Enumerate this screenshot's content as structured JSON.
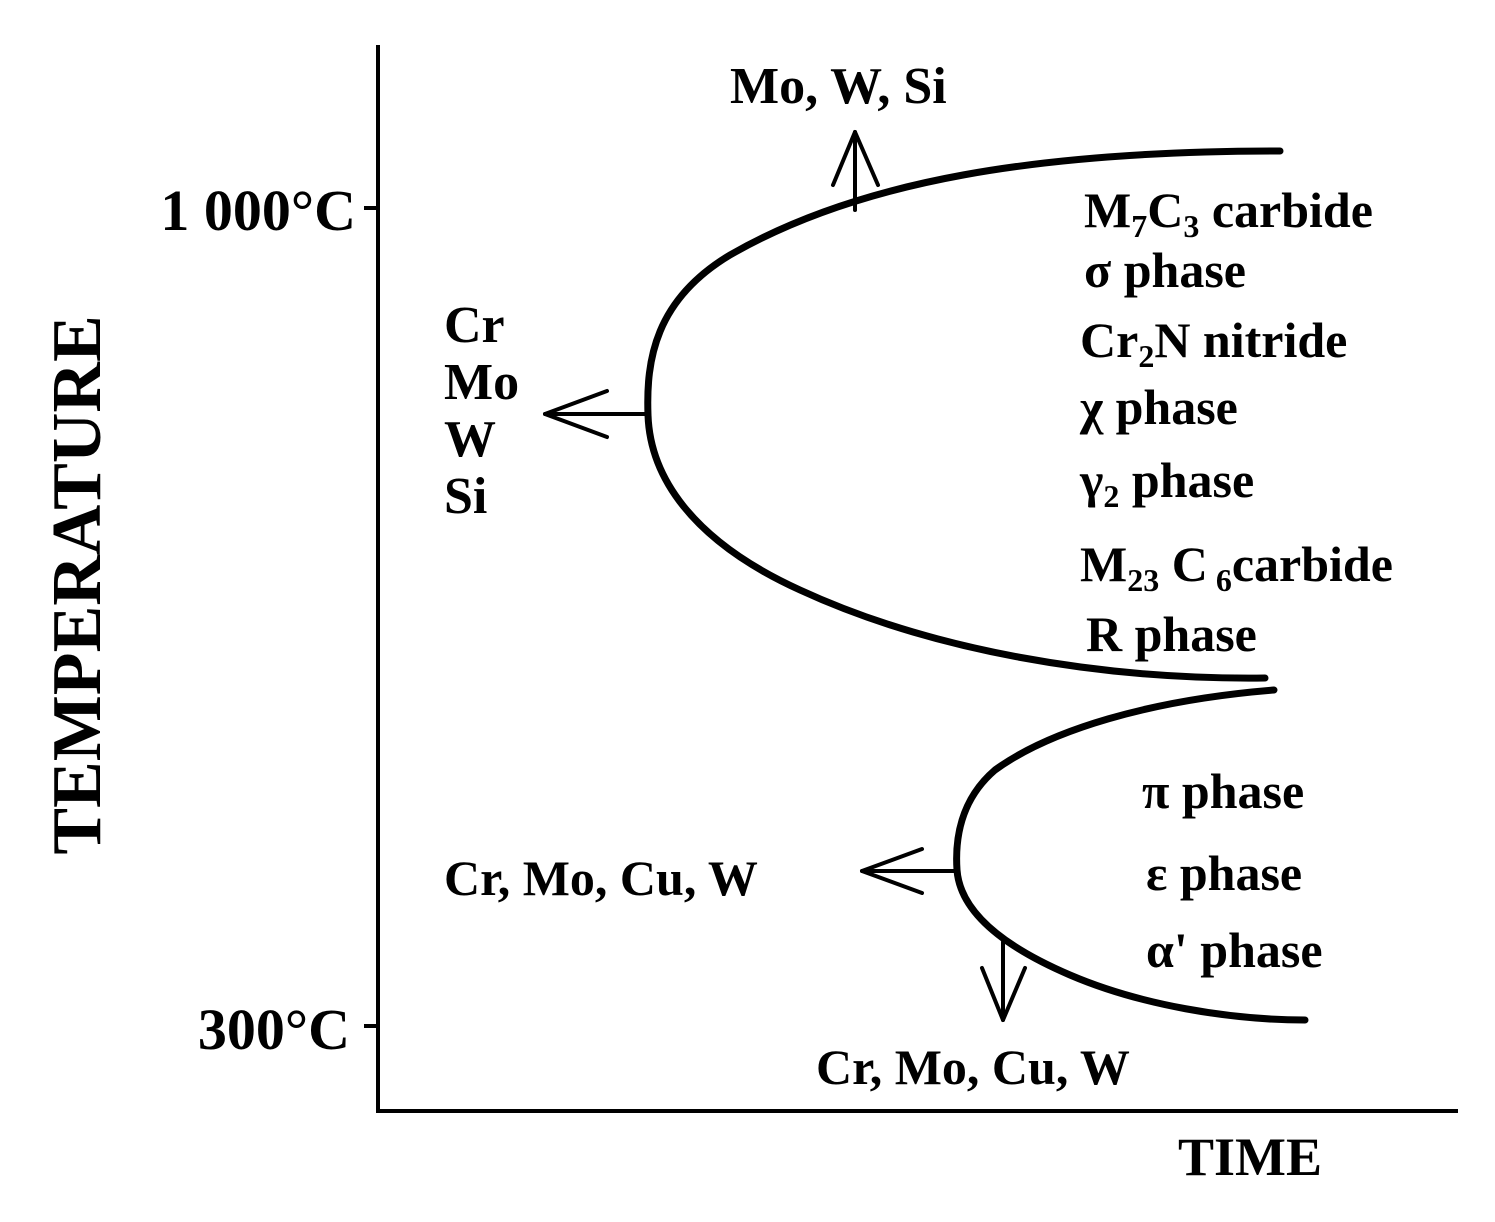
{
  "axes": {
    "y_title": "TEMPERATURE",
    "x_title": "TIME",
    "y_ticks": [
      {
        "label": "1 000°C"
      },
      {
        "label": "300°C"
      }
    ]
  },
  "upper_curve": {
    "phases": [
      {
        "base": "M",
        "sub1": "7",
        "mid": "C",
        "sub2": "3",
        "tail": " carbide"
      },
      {
        "base": "σ phase"
      },
      {
        "base": "Cr",
        "sub1": "2",
        "mid": "N nitride"
      },
      {
        "base": "χ  phase"
      },
      {
        "base": "γ",
        "sub1": "2",
        "mid": " phase"
      },
      {
        "base": "M",
        "sub1": "23",
        "mid": " C",
        "sub2": " 6",
        "tail": "carbide"
      },
      {
        "base": "R phase"
      }
    ],
    "left_elements": [
      "Cr",
      "Mo",
      "W",
      "Si"
    ],
    "top_elements": "Mo, W, Si"
  },
  "lower_curve": {
    "phases": [
      "π  phase",
      "ε  phase",
      "α' phase"
    ],
    "left_elements": "Cr, Mo, Cu, W",
    "bottom_elements": "Cr, Mo, Cu, W"
  },
  "colors": {
    "ink": "#000000",
    "background": "#ffffff"
  }
}
